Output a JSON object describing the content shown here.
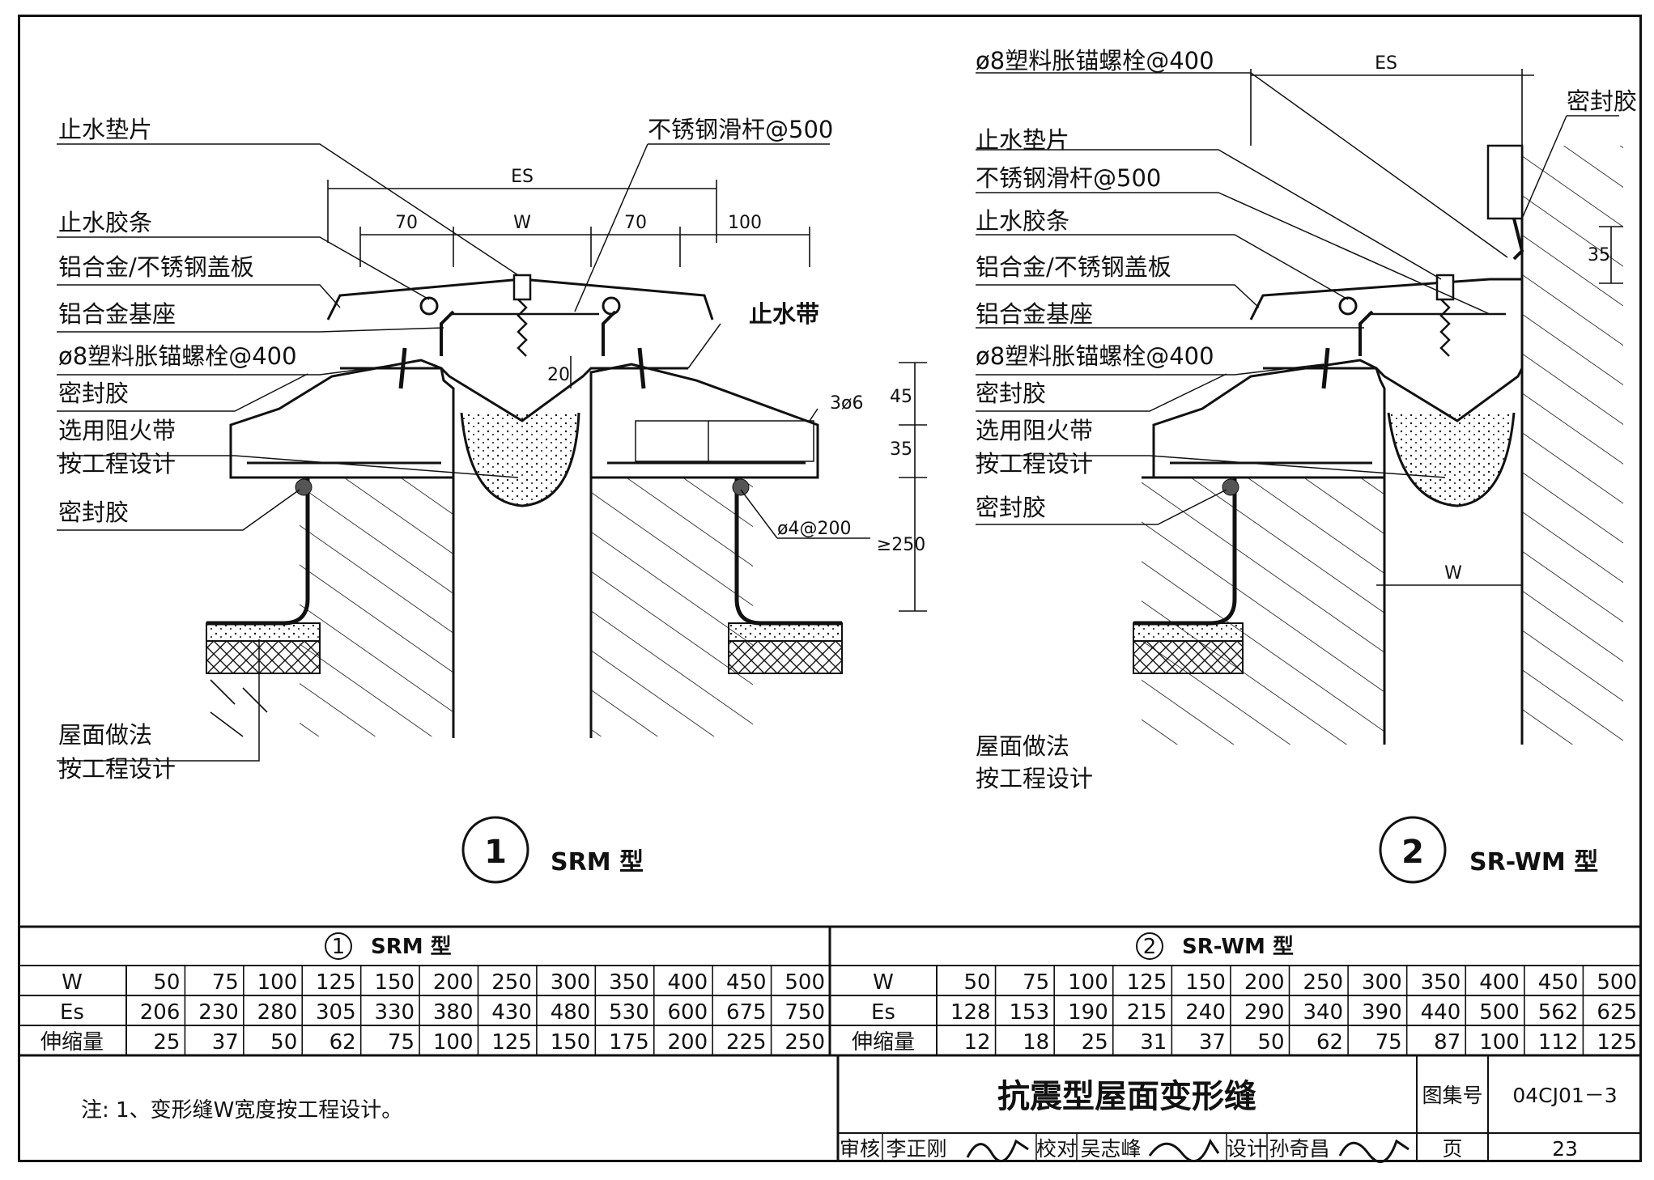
{
  "detail1": {
    "labels": {
      "gasket": "止水垫片",
      "rod": "不锈钢滑杆@500",
      "strip": "止水胶条",
      "cover": "铝合金/不锈钢盖板",
      "base": "铝合金基座",
      "anchor": "ø8塑料胀锚螺栓@400",
      "sealant1": "密封胶",
      "fire": "选用阻火带",
      "per_design1": "按工程设计",
      "sealant2": "密封胶",
      "roof": "屋面做法",
      "per_design2": "按工程设计",
      "waterstop": "止水带",
      "rebar_top": "3ø6",
      "rebar_ring": "ø4@200"
    },
    "dims": {
      "es": "ES",
      "w": "W",
      "d70a": "70",
      "d70b": "70",
      "d100": "100",
      "d20": "20",
      "d45": "45",
      "d35": "35",
      "d250": "≥250"
    },
    "marker": "1",
    "type": "SRM 型"
  },
  "detail2": {
    "labels": {
      "anchor_top": "ø8塑料胀锚螺栓@400",
      "sealant_top": "密封胶",
      "gasket": "止水垫片",
      "rod": "不锈钢滑杆@500",
      "strip": "止水胶条",
      "cover": "铝合金/不锈钢盖板",
      "base": "铝合金基座",
      "anchor": "ø8塑料胀锚螺栓@400",
      "sealant1": "密封胶",
      "fire": "选用阻火带",
      "per_design1": "按工程设计",
      "sealant2": "密封胶",
      "roof": "屋面做法",
      "per_design2": "按工程设计"
    },
    "dims": {
      "es": "ES",
      "d35": "35",
      "w": "W"
    },
    "marker": "2",
    "type": "SR-WM 型"
  },
  "table1": {
    "marker": "1",
    "title": "SRM 型",
    "rows": [
      {
        "head": "W",
        "values": [
          "50",
          "75",
          "100",
          "125",
          "150",
          "200",
          "250",
          "300",
          "350",
          "400",
          "450",
          "500"
        ]
      },
      {
        "head": "Es",
        "values": [
          "206",
          "230",
          "280",
          "305",
          "330",
          "380",
          "430",
          "480",
          "530",
          "600",
          "675",
          "750"
        ]
      },
      {
        "head": "伸缩量",
        "values": [
          "25",
          "37",
          "50",
          "62",
          "75",
          "100",
          "125",
          "150",
          "175",
          "200",
          "225",
          "250"
        ]
      }
    ]
  },
  "table2": {
    "marker": "2",
    "title": "SR-WM 型",
    "rows": [
      {
        "head": "W",
        "values": [
          "50",
          "75",
          "100",
          "125",
          "150",
          "200",
          "250",
          "300",
          "350",
          "400",
          "450",
          "500"
        ]
      },
      {
        "head": "Es",
        "values": [
          "128",
          "153",
          "190",
          "215",
          "240",
          "290",
          "340",
          "390",
          "440",
          "500",
          "562",
          "625"
        ]
      },
      {
        "head": "伸缩量",
        "values": [
          "12",
          "18",
          "25",
          "31",
          "37",
          "50",
          "62",
          "75",
          "87",
          "100",
          "112",
          "125"
        ]
      }
    ]
  },
  "note": "注: 1、变形缝W宽度按工程设计。",
  "title_block": {
    "title": "抗震型屋面变形缝",
    "atlas_label": "图集号",
    "atlas_no": "04CJ01－3",
    "page_label": "页",
    "page_no": "23",
    "review_label": "审核",
    "reviewer": "李正刚",
    "check_label": "校对",
    "checker": "吴志峰",
    "design_label": "设计",
    "designer": "孙奇昌"
  }
}
